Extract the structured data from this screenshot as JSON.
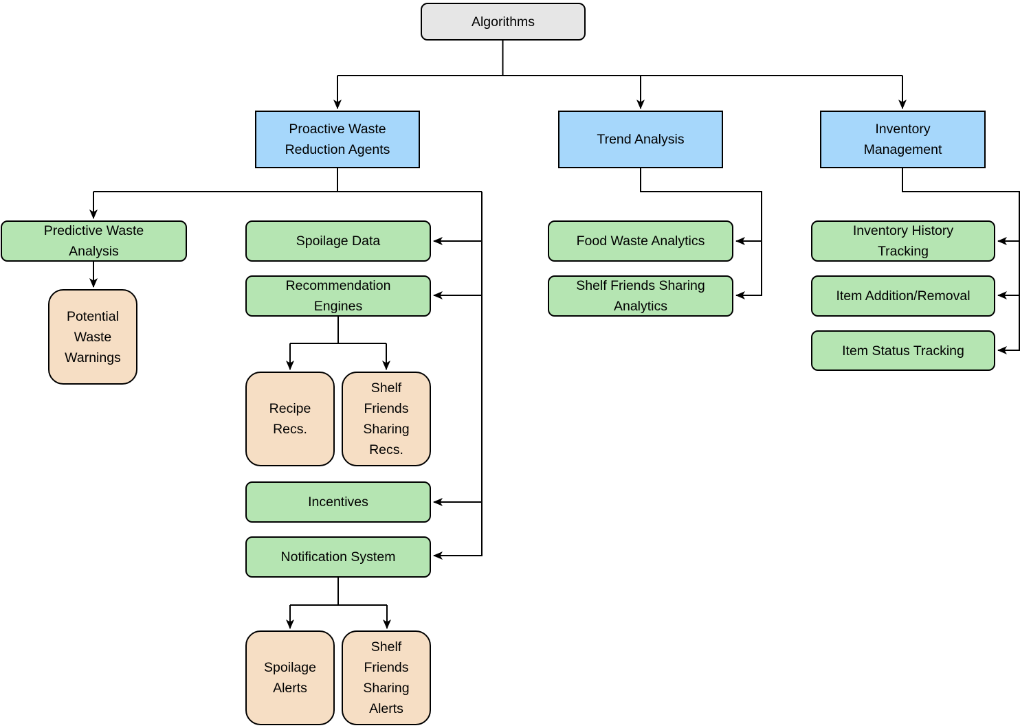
{
  "diagram": {
    "type": "flowchart",
    "colors": {
      "root_fill": "#e6e6e6",
      "category_fill": "#a6d7fb",
      "feature_fill": "#b5e5b2",
      "leaf_fill": "#f6dec4",
      "border": "#000000",
      "line": "#000000",
      "text": "#000000",
      "background": "#ffffff"
    },
    "nodes": {
      "algorithms": {
        "label": "Algorithms",
        "type": "root"
      },
      "proactive": {
        "label": "Proactive Waste\nReduction Agents",
        "type": "category"
      },
      "trend": {
        "label": "Trend Analysis",
        "type": "category"
      },
      "inventory": {
        "label": "Inventory\nManagement",
        "type": "category"
      },
      "predictive": {
        "label": "Predictive Waste\nAnalysis",
        "type": "feature"
      },
      "potential_warnings": {
        "label": "Potential\nWaste\nWarnings",
        "type": "leaf"
      },
      "spoilage_data": {
        "label": "Spoilage Data",
        "type": "feature"
      },
      "rec_engines": {
        "label": "Recommendation\nEngines",
        "type": "feature"
      },
      "recipe_recs": {
        "label": "Recipe\nRecs.",
        "type": "leaf"
      },
      "sfs_recs": {
        "label": "Shelf\nFriends\nSharing\nRecs.",
        "type": "leaf"
      },
      "incentives": {
        "label": "Incentives",
        "type": "feature"
      },
      "notification": {
        "label": "Notification System",
        "type": "feature"
      },
      "spoilage_alerts": {
        "label": "Spoilage\nAlerts",
        "type": "leaf"
      },
      "sfs_alerts": {
        "label": "Shelf\nFriends\nSharing\nAlerts",
        "type": "leaf"
      },
      "food_waste_analytics": {
        "label": "Food Waste Analytics",
        "type": "feature"
      },
      "sfs_analytics": {
        "label": "Shelf Friends Sharing\nAnalytics",
        "type": "feature"
      },
      "inv_history": {
        "label": "Inventory History\nTracking",
        "type": "feature"
      },
      "item_add_remove": {
        "label": "Item Addition/Removal",
        "type": "feature"
      },
      "item_status": {
        "label": "Item Status Tracking",
        "type": "feature"
      }
    },
    "edges": [
      {
        "from": "algorithms",
        "to": "proactive"
      },
      {
        "from": "algorithms",
        "to": "trend"
      },
      {
        "from": "algorithms",
        "to": "inventory"
      },
      {
        "from": "proactive",
        "to": "predictive"
      },
      {
        "from": "proactive",
        "to": "spoilage_data"
      },
      {
        "from": "proactive",
        "to": "rec_engines"
      },
      {
        "from": "proactive",
        "to": "incentives"
      },
      {
        "from": "proactive",
        "to": "notification"
      },
      {
        "from": "predictive",
        "to": "potential_warnings"
      },
      {
        "from": "rec_engines",
        "to": "recipe_recs"
      },
      {
        "from": "rec_engines",
        "to": "sfs_recs"
      },
      {
        "from": "notification",
        "to": "spoilage_alerts"
      },
      {
        "from": "notification",
        "to": "sfs_alerts"
      },
      {
        "from": "trend",
        "to": "food_waste_analytics"
      },
      {
        "from": "trend",
        "to": "sfs_analytics"
      },
      {
        "from": "inventory",
        "to": "inv_history"
      },
      {
        "from": "inventory",
        "to": "item_add_remove"
      },
      {
        "from": "inventory",
        "to": "item_status"
      }
    ]
  }
}
